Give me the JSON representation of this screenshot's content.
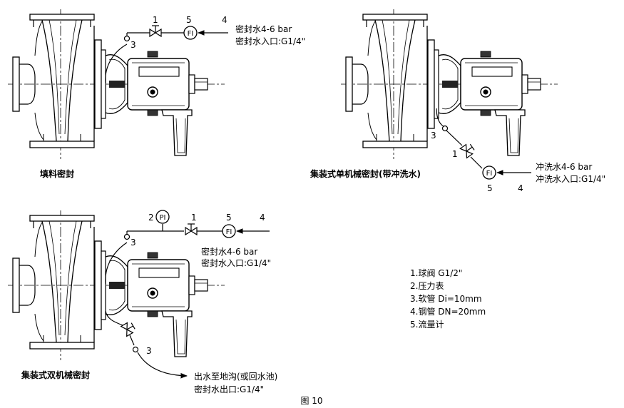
{
  "diagrams": [
    {
      "caption": "填料密封",
      "callouts": {
        "valve": "1",
        "flowmeter": "5",
        "inlet": "4",
        "hose": "3"
      },
      "instrument": "FI",
      "notes": [
        "密封水4-6 bar",
        "密封水入口:G1/4\""
      ]
    },
    {
      "caption": "集装式单机械密封(带冲洗水)",
      "callouts": {
        "hose": "3",
        "valve": "1",
        "flowmeter": "5",
        "inlet": "4"
      },
      "instrument": "FI",
      "notes": [
        "冲洗水4-6 bar",
        "冲洗水入口:G1/4\""
      ]
    },
    {
      "caption": "集装式双机械密封",
      "callouts": {
        "gauge": "2",
        "valve": "1",
        "flowmeter": "5",
        "inlet": "4",
        "hose_top": "3",
        "hose_bottom": "3"
      },
      "instruments": {
        "gauge": "PI",
        "flow": "FI"
      },
      "notes_top": [
        "密封水4-6 bar",
        "密封水入口:G1/4\""
      ],
      "notes_bottom": [
        "出水至地沟(或回水池)",
        "密封水出口:G1/4\""
      ]
    }
  ],
  "legend": [
    "1.球阀 G1/2\"",
    "2.压力表",
    "3.软管 Di=10mm",
    "4.钢管 DN=20mm",
    "5.流量计"
  ],
  "figure_label": "图 10"
}
